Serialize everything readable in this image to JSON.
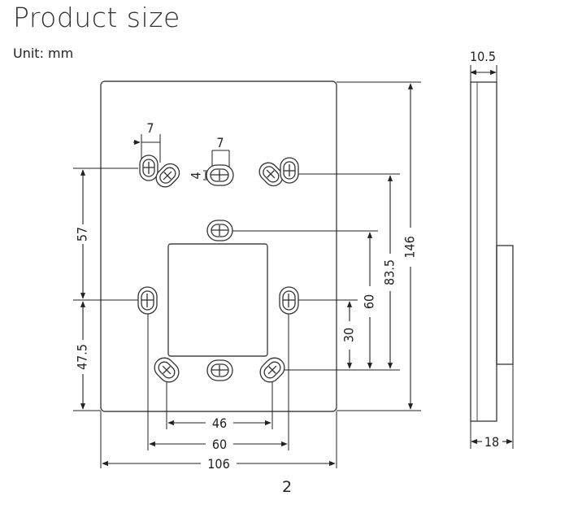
{
  "title": "Product size",
  "unit": "Unit: mm",
  "page_number": "2",
  "dimensions": {
    "slot_width_left": "7",
    "slot_width_center": "7",
    "slot_height": "4",
    "left_upper": "57",
    "left_lower": "47.5",
    "bottom_46": "46",
    "bottom_60": "60",
    "bottom_106": "106",
    "right_30": "30",
    "right_60": "60",
    "right_83_5": "83.5",
    "right_146": "146",
    "side_depth_top": "10.5",
    "side_depth_bottom": "18"
  },
  "colors": {
    "line": "#222222",
    "outline": "#444444"
  }
}
